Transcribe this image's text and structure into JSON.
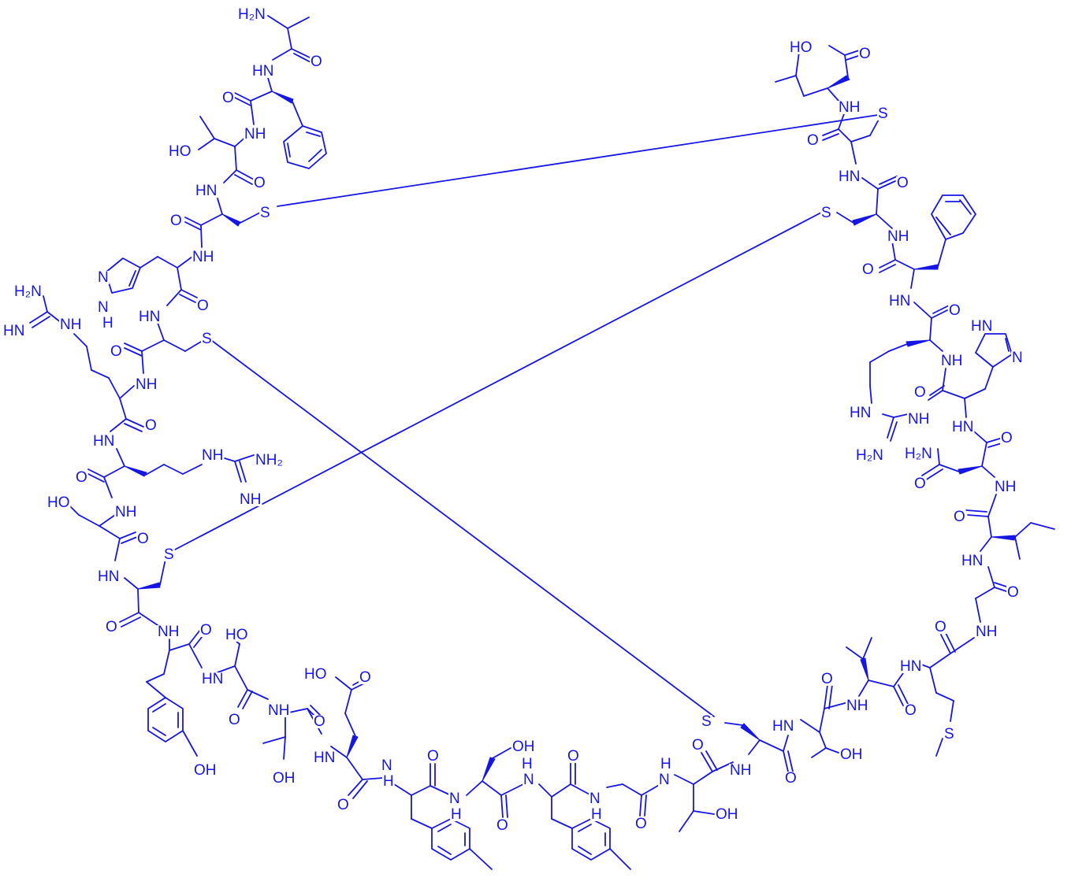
{
  "labels": {
    "h2n": "H₂N",
    "nh2": "NH₂",
    "hn": "HN",
    "nh": "NH",
    "o": "O",
    "s": "S",
    "ho": "HO",
    "oh": "OH",
    "n": "N",
    "h": "H",
    "ho_acid": "HO"
  },
  "colors": {
    "ink": "#1515e6",
    "background": "#ffffff"
  }
}
